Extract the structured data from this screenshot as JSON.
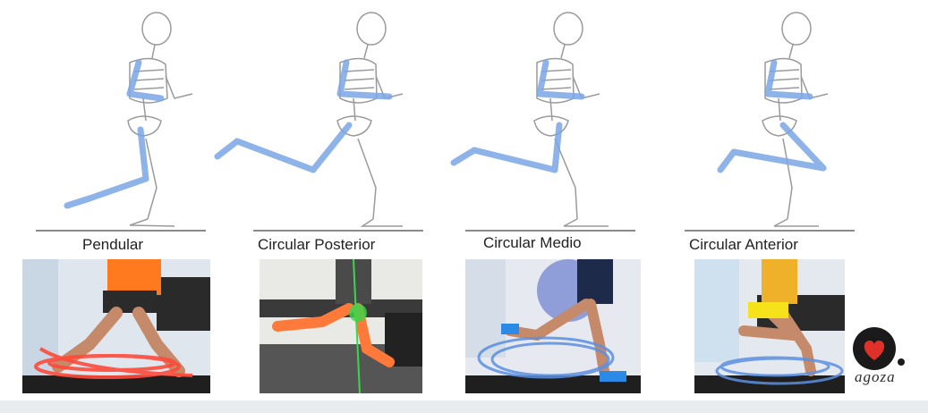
{
  "panels": [
    {
      "caption": "Pendular"
    },
    {
      "caption": "Circular Posterior"
    },
    {
      "caption": "Circular Medio"
    },
    {
      "caption": "Circular Anterior"
    }
  ],
  "logo": {
    "text": "agoza"
  },
  "colors": {
    "bone_highlight": "#7aa6e6",
    "skeleton_line": "#9a9a9a",
    "trail_red": "#ff4a3a",
    "trail_blue": "#5b8fe0",
    "heart": "#e0302a"
  }
}
